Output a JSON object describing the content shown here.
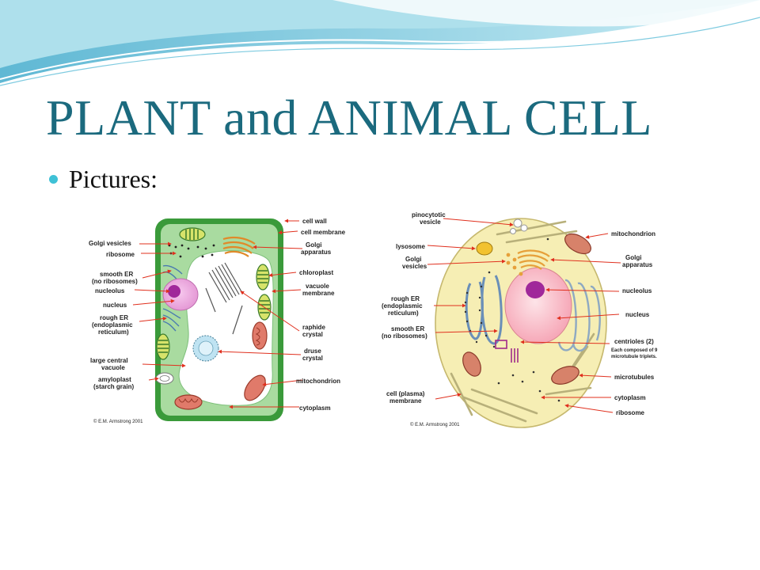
{
  "slide": {
    "title": "PLANT and ANIMAL CELL",
    "bullet": "Pictures:"
  },
  "colors": {
    "title": "#1b6a7e",
    "bullet": "#3ec1d6",
    "wave_light": "#bfe6f0",
    "plant_wall": "#3a9a3a",
    "plant_cytoplasm": "#a9dba0",
    "animal_cytoplasm": "#f6eeb4",
    "arrow": "#e0301e"
  },
  "plant_cell": {
    "labels_left": {
      "golgi_vesicles": "Golgi vesicles",
      "ribosome": "ribosome",
      "smooth_er_1": "smooth ER",
      "smooth_er_2": "(no ribosomes)",
      "nucleolus": "nucleolus",
      "nucleus": "nucleus",
      "rough_er_1": "rough ER",
      "rough_er_2": "(endoplasmic",
      "rough_er_3": "reticulum)",
      "vacuole_1": "large central",
      "vacuole_2": "vacuole",
      "amyloplast_1": "amyloplast",
      "amyloplast_2": "(starch grain)"
    },
    "labels_right": {
      "cell_wall": "cell wall",
      "cell_membrane": "cell membrane",
      "golgi_1": "Golgi",
      "golgi_2": "apparatus",
      "chloroplast": "chloroplast",
      "vacuole_membrane_1": "vacuole",
      "vacuole_membrane_2": "membrane",
      "raphide_1": "raphide",
      "raphide_2": "crystal",
      "druse_1": "druse",
      "druse_2": "crystal",
      "mitochondrion": "mitochondrion",
      "cytoplasm": "cytoplasm"
    },
    "copyright": "© E.M. Armstrong 2001"
  },
  "animal_cell": {
    "labels_left": {
      "pinocytotic_1": "pinocytotic",
      "pinocytotic_2": "vesicle",
      "lysosome": "lysosome",
      "golgi_vesicles_1": "Golgi",
      "golgi_vesicles_2": "vesicles",
      "rough_er_1": "rough ER",
      "rough_er_2": "(endoplasmic",
      "rough_er_3": "reticulum)",
      "smooth_er_1": "smooth ER",
      "smooth_er_2": "(no ribosomes)",
      "membrane_1": "cell (plasma)",
      "membrane_2": "membrane"
    },
    "labels_right": {
      "mitochondrion": "mitochondrion",
      "golgi_1": "Golgi",
      "golgi_2": "apparatus",
      "nucleolus": "nucleolus",
      "nucleus": "nucleus",
      "centrioles": "centrioles (2)",
      "centrioles_note_1": "Each composed of 9",
      "centrioles_note_2": "microtubule triplets.",
      "microtubules": "microtubules",
      "cytoplasm": "cytoplasm",
      "ribosome": "ribosome"
    },
    "copyright": "© E.M. Armstrong 2001"
  }
}
